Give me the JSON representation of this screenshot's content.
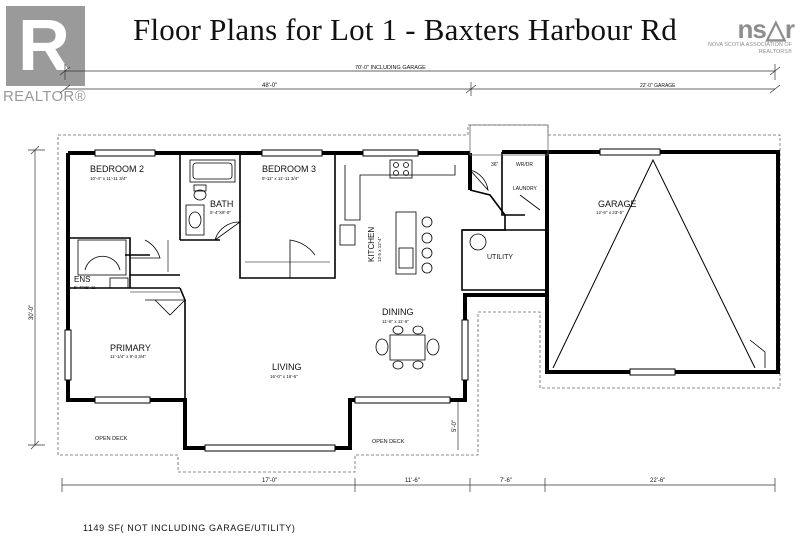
{
  "title": "Floor Plans for Lot 1 - Baxters Harbour Rd",
  "logos": {
    "realtor": {
      "mark": "R",
      "text": "REALTOR®"
    },
    "nsar": {
      "mark": "ns△r",
      "sub": "NOVA SCOTIA ASSOCIATION OF REALTORS®"
    }
  },
  "dimensions": {
    "overall": "70'-0\" INCLUDING GARAGE",
    "house_width": "48'-0\"",
    "garage_width": "22'-0\" GARAGE",
    "depth": "30'-0\"",
    "bottom_1": "17'-0\"",
    "bottom_2": "11'-6\"",
    "bottom_3": "7'-6\"",
    "bottom_4": "22'-6\"",
    "deck_depth": "5'-0\""
  },
  "rooms": {
    "bedroom2": {
      "name": "BEDROOM 2",
      "size": "10'-4\" x 11'-11 3/4\""
    },
    "bedroom3": {
      "name": "BEDROOM 3",
      "size": "9'-11\" x 11'-11 3/4\""
    },
    "bath": {
      "name": "BATH",
      "size": "5'-4\"X8'-0\""
    },
    "ens": {
      "name": "ENS",
      "size": "5'-4\"X5'-11"
    },
    "primary": {
      "name": "PRIMARY",
      "size": "11'-1/4\" x 9'-3 3/4\""
    },
    "living": {
      "name": "LIVING",
      "size": "16'-0\" x 16'-6\""
    },
    "dining": {
      "name": "DINING",
      "size": "11'-6\" x 11'-6\""
    },
    "kitchen": {
      "name": "KITCHEN",
      "size": "12-5 x 12'-4\""
    },
    "garage": {
      "name": "GARAGE",
      "size": "12'-6\" x 23'-5\""
    },
    "utility": {
      "name": "UTILITY"
    },
    "laundry": {
      "name": "LAUNDRY",
      "appliance": "WR/DR"
    },
    "closet_36": {
      "name": "36\""
    },
    "deck_left": {
      "name": "OPEN DECK"
    },
    "deck_right": {
      "name": "OPEN DECK"
    }
  },
  "footer": "1149 SF( NOT INCLUDING GARAGE/UTILITY)"
}
